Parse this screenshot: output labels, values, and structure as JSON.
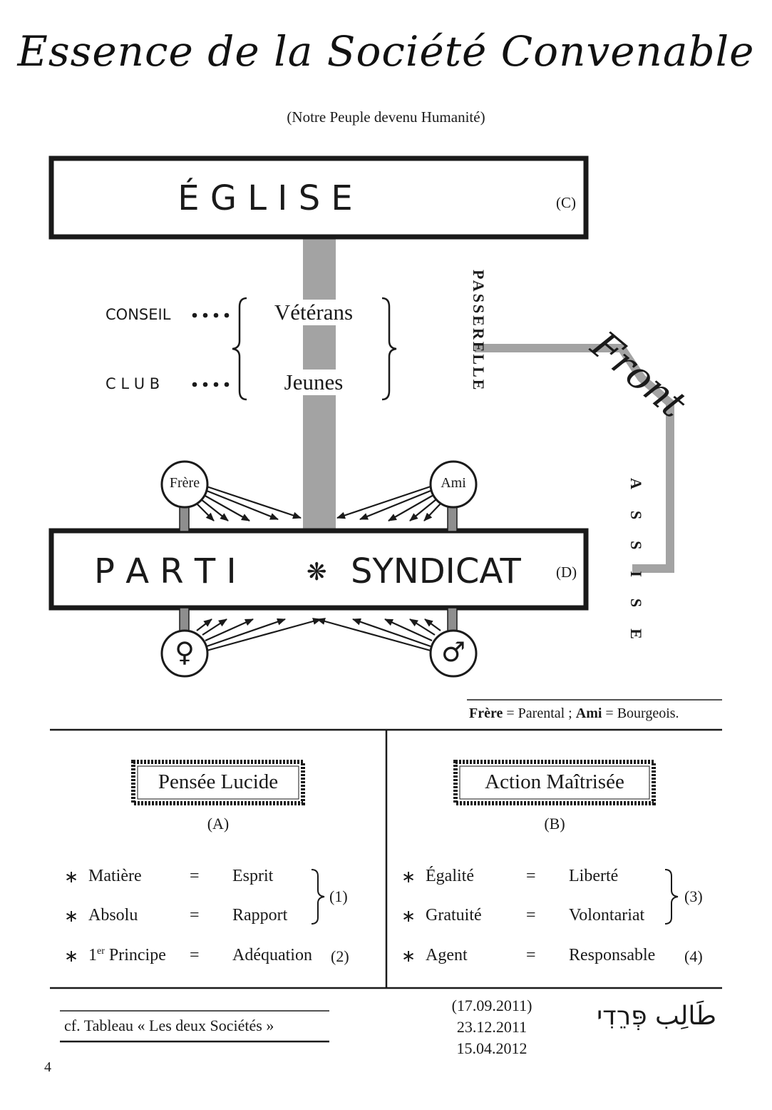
{
  "title": "Essence de la Société Convenable",
  "subtitle": "(Notre Peuple devenu Humanité)",
  "top_box": {
    "label": "É G L I S E",
    "code": "(C)"
  },
  "bottom_box": {
    "left": "P A R T I",
    "separator": "❋",
    "right": "SYNDICAT",
    "code": "(D)"
  },
  "groups": {
    "conseil": "CONSEIL",
    "club": "C L U B",
    "veterans": "Vétérans",
    "jeunes": "Jeunes"
  },
  "side_labels": {
    "passerelle": "PASSERELLE",
    "front": "Front",
    "assise": "ASSISE"
  },
  "nodes": {
    "frere": "Frère",
    "ami": "Ami",
    "female": "♀",
    "male": "♂"
  },
  "legend": {
    "frere_bold": "Frère",
    "frere_rest": " = Parental ; ",
    "ami_bold": "Ami",
    "ami_rest": " = Bourgeois."
  },
  "left_column": {
    "title": "Pensée Lucide",
    "code": "(A)",
    "rows": [
      {
        "star": "∗",
        "left": "Matière",
        "eq": "=",
        "right": "Esprit"
      },
      {
        "star": "∗",
        "left": "Absolu",
        "eq": "=",
        "right": "Rapport"
      },
      {
        "star": "∗",
        "left_num": "1",
        "left_sup": "er",
        "left_rest": " Principe",
        "eq": "=",
        "right": "Adéquation",
        "ref": "(2)"
      }
    ],
    "bracket_ref": "(1)"
  },
  "right_column": {
    "title": "Action Maîtrisée",
    "code": "(B)",
    "rows": [
      {
        "star": "∗",
        "left": "Égalité",
        "eq": "=",
        "right": "Liberté"
      },
      {
        "star": "∗",
        "left": "Gratuité",
        "eq": "=",
        "right": "Volontariat"
      },
      {
        "star": "∗",
        "left": "Agent",
        "eq": "=",
        "right": "Responsable",
        "ref": "(4)"
      }
    ],
    "bracket_ref": "(3)"
  },
  "footer": {
    "reference": "cf. Tableau « Les deux Sociétés »",
    "dates": [
      "(17.09.2011)",
      "23.12.2011",
      "15.04.2012"
    ],
    "signature": "طَالِب פְּרֵדִי",
    "page_number": "4"
  },
  "colors": {
    "connector_gray": "#a3a3a3",
    "line": "#1a1a1a"
  }
}
